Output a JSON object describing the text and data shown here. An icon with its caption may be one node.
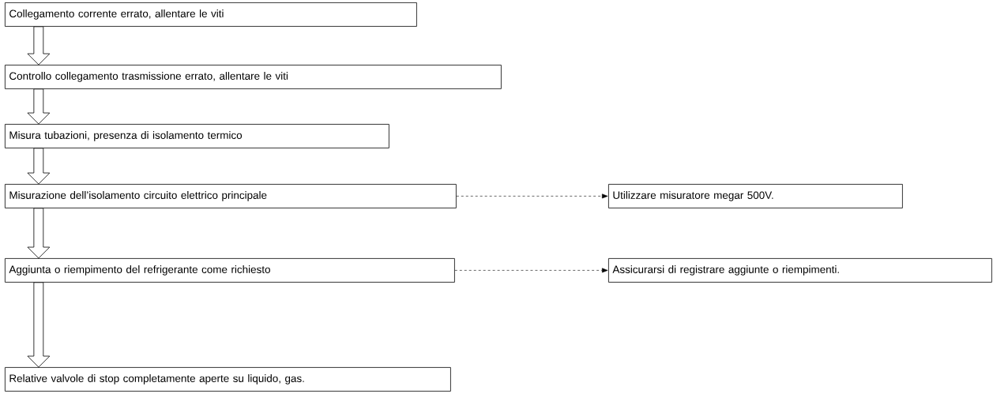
{
  "diagram": {
    "nodes": [
      {
        "text": [
          "Collegamento corrente errato, allentare le viti"
        ]
      },
      {
        "text": [
          "Controllo collegamento trasmissione errato, allentare le viti"
        ]
      },
      {
        "text": [
          "Misura tubazioni, presenza di isolamento termico"
        ]
      },
      {
        "text": [
          "Misurazione dell’isolamento circuito elettrico principale"
        ]
      },
      {
        "text": [
          "Utilizzare misuratore megar 500V."
        ]
      },
      {
        "text": [
          "Aggiunta o riempimento del refrigerante come richiesto"
        ]
      },
      {
        "text": [
          "Assicurarsi di registrare aggiunte o riempimenti."
        ]
      },
      {
        "text": [
          "Relative valvole di stop completamente aperte su liquido, gas."
        ]
      }
    ],
    "edges": [
      {
        "from": 0,
        "to": 1,
        "arrow": "to"
      },
      {
        "from": 1,
        "to": 2,
        "arrow": "to"
      },
      {
        "from": 2,
        "to": 3,
        "arrow": "to"
      },
      {
        "from": 3,
        "to": 5,
        "arrow": "to"
      },
      {
        "from": 5,
        "to": 7,
        "arrow": "to"
      },
      {
        "from": 3,
        "to": 4,
        "arrow": "to",
        "style": "dashed"
      },
      {
        "from": 5,
        "to": 6,
        "arrow": "to",
        "style": "dashed"
      }
    ]
  }
}
